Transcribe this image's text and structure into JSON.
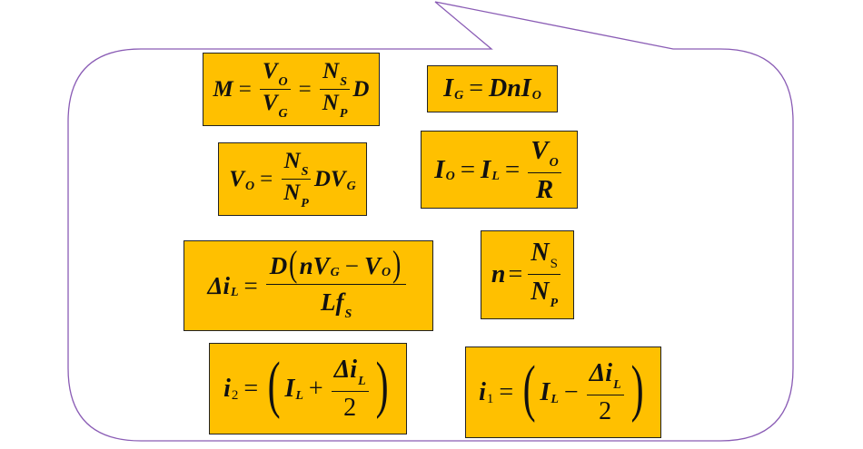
{
  "colors": {
    "box_fill": "#ffc000",
    "callout_stroke": "#8a5cb5"
  },
  "equations": {
    "gain": {
      "lhs": "M",
      "eq1": "=",
      "f1_num": "V",
      "f1_num_sub": "O",
      "f1_den": "V",
      "f1_den_sub": "G",
      "eq2": "=",
      "f2_num": "N",
      "f2_num_sub": "S",
      "f2_den": "N",
      "f2_den_sub": "P",
      "tail": "D"
    },
    "ig": {
      "lhs": "I",
      "lhs_sub": "G",
      "eq": "=",
      "rhs1": "DnI",
      "rhs_sub": "O"
    },
    "vo": {
      "lhs": "V",
      "lhs_sub": "O",
      "eq": "=",
      "f_num": "N",
      "f_num_sub": "S",
      "f_den": "N",
      "f_den_sub": "P",
      "tail": "DV",
      "tail_sub": "G"
    },
    "io": {
      "lhs": "I",
      "lhs_sub": "O",
      "eq1": "=",
      "mid": "I",
      "mid_sub": "L",
      "eq2": "=",
      "f_num": "V",
      "f_num_sub": "O",
      "f_den": "R"
    },
    "ripple": {
      "lhs": "Δi",
      "lhs_sub": "L",
      "eq": "=",
      "num_d": "D",
      "lp": "(",
      "num_n": "nV",
      "num_n_sub": "G",
      "minus": "−",
      "num_v": "V",
      "num_v_sub": "O",
      "rp": ")",
      "den": "Lf",
      "den_sub": "S"
    },
    "n": {
      "lhs": "n",
      "eq": "=",
      "f_num": "N",
      "f_num_sub": "S",
      "f_den": "N",
      "f_den_sub": "P"
    },
    "i2": {
      "lhs": "i",
      "lhs_sub": "2",
      "eq": "=",
      "lp": "(",
      "il": "I",
      "il_sub": "L",
      "op": "+",
      "f_num": "Δi",
      "f_num_sub": "L",
      "f_den": "2",
      "rp": ")"
    },
    "i1": {
      "lhs": "i",
      "lhs_sub": "1",
      "eq": "=",
      "lp": "(",
      "il": "I",
      "il_sub": "L",
      "op": "−",
      "f_num": "Δi",
      "f_num_sub": "L",
      "f_den": "2",
      "rp": ")"
    }
  }
}
